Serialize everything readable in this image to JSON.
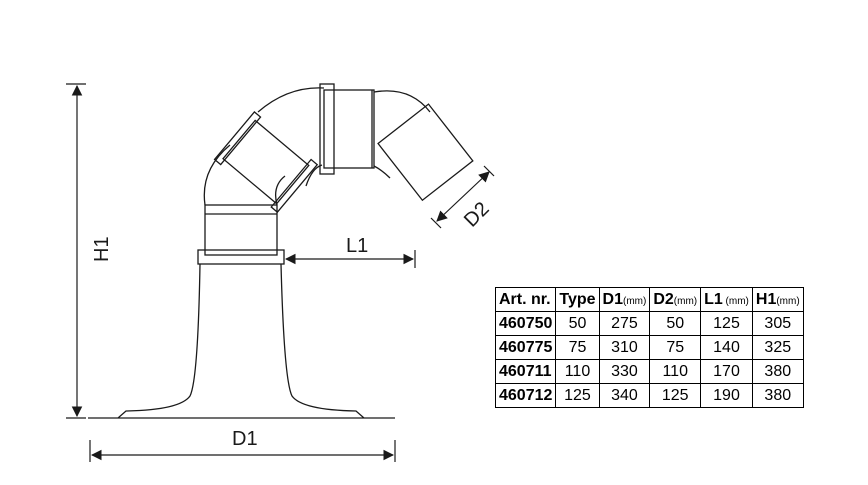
{
  "labels": {
    "h1": "H1",
    "d1": "D1",
    "d2": "D2",
    "l1": "L1"
  },
  "table": {
    "headers": [
      {
        "main": "Art. nr.",
        "unit": ""
      },
      {
        "main": "Type",
        "unit": ""
      },
      {
        "main": "D1",
        "unit": "(mm)"
      },
      {
        "main": "D2",
        "unit": "(mm)"
      },
      {
        "main": "L1",
        "unit": " (mm)"
      },
      {
        "main": "H1",
        "unit": "(mm)"
      }
    ],
    "rows": [
      [
        "460750",
        "50",
        "275",
        "50",
        "125",
        "305"
      ],
      [
        "460775",
        "75",
        "310",
        "75",
        "140",
        "325"
      ],
      [
        "460711",
        "110",
        "330",
        "110",
        "170",
        "380"
      ],
      [
        "460712",
        "125",
        "340",
        "125",
        "190",
        "380"
      ]
    ]
  },
  "colors": {
    "line": "#1a1a1a",
    "text": "#000000"
  }
}
